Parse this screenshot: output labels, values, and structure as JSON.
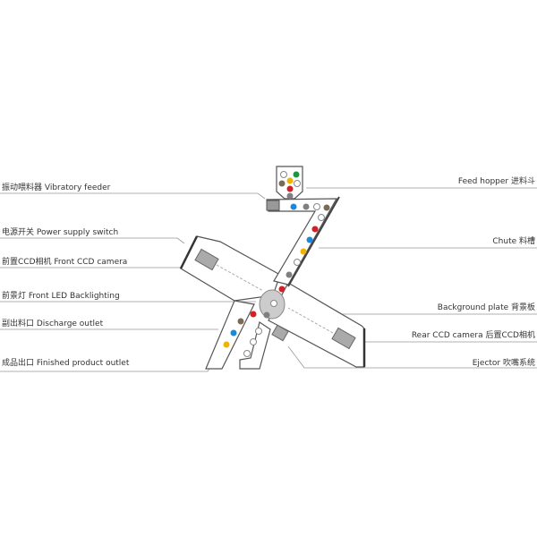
{
  "labels": {
    "left": [
      "振动喂料器 Vibratory feeder",
      "电源开关 Power supply switch",
      "前置CCD相机  Front CCD camera",
      "前景灯  Front LED Backlighting",
      "副出料口 Discharge outlet",
      "成品出口 Finished product outlet"
    ],
    "right": [
      "Feed hopper 进料斗",
      "Chute 料槽",
      "Background plate 背景板",
      "Rear CCD camera  后置CCD相机",
      "Ejector 吹嘴系统"
    ]
  },
  "colors": {
    "red": "#d32027",
    "blue": "#1e88d8",
    "yellow": "#f0b400",
    "green": "#1a9a3c",
    "brown": "#7a6a58",
    "gray": "#808080",
    "white": "#ffffff"
  }
}
